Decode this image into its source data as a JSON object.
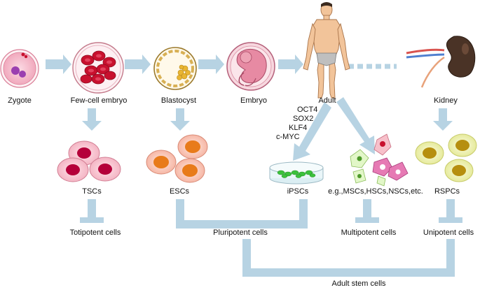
{
  "stages": {
    "zygote": "Zygote",
    "few_cell": "Few-cell embryo",
    "blastocyst": "Blastocyst",
    "embryo": "Embryo",
    "adult": "Adult",
    "kidney": "Kidney"
  },
  "factors": [
    "OCT4",
    "SOX2",
    "KLF4",
    "c-MYC"
  ],
  "cells": {
    "tscs": "TSCs",
    "escs": "ESCs",
    "ipscs": "iPSCs",
    "multi": "e.g.,MSCs,HSCs,NSCs,etc.",
    "rspcs": "RSPCs"
  },
  "potency": {
    "totipotent": "Totipotent cells",
    "pluripotent": "Pluripotent cells",
    "multipotent": "Multipotent cells",
    "unipotent": "Unipotent cells",
    "adult_stem": "Adult stem cells"
  },
  "colors": {
    "arrow": "#b7d3e3",
    "zygote": "#f1a9bd",
    "rbc": "#c8102e",
    "tsc": "#b5003a",
    "esc_nucleus": "#e87b1a",
    "ipsc": "#3cc13c",
    "rspc": "#e3e79a",
    "kidney": "#4a3326"
  }
}
